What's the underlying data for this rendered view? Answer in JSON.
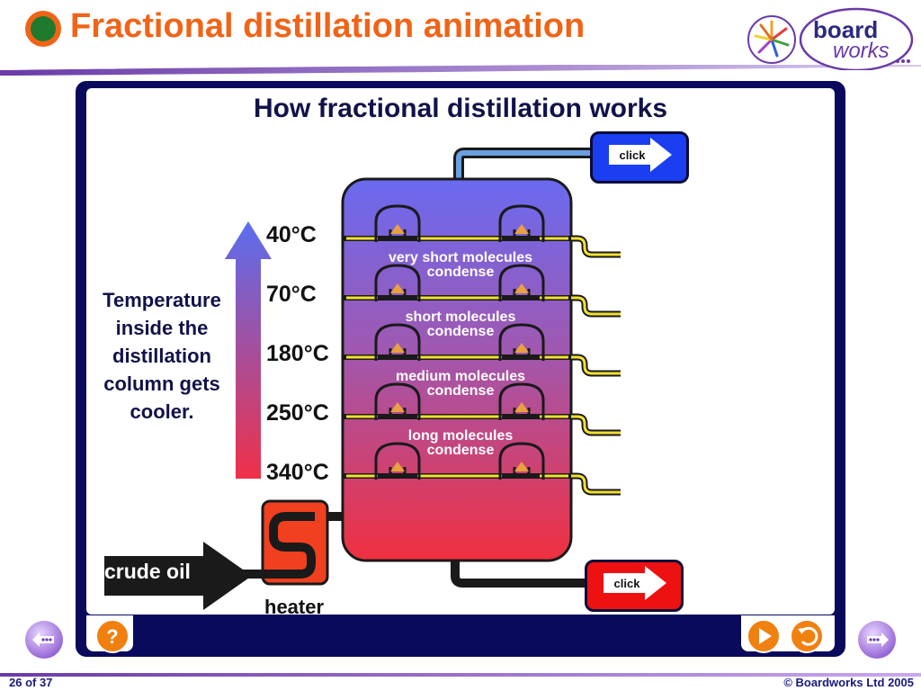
{
  "header": {
    "title": "Fractional distillation animation",
    "logo_text_top": "board",
    "logo_text_bottom": "works"
  },
  "diagram": {
    "title": "How fractional distillation works",
    "temperatures": [
      "40°C",
      "70°C",
      "180°C",
      "250°C",
      "340°C"
    ],
    "fractions": [
      {
        "line1": "very short molecules",
        "line2": "condense"
      },
      {
        "line1": "short molecules",
        "line2": "condense"
      },
      {
        "line1": "medium molecules",
        "line2": "condense"
      },
      {
        "line1": "long molecules",
        "line2": "condense"
      }
    ],
    "temperature_note": "Temperature inside the distillation column gets cooler.",
    "crude_oil_label": "crude oil",
    "heater_label": "heater",
    "click_top_label": "click",
    "click_bottom_label": "click"
  },
  "controls": {
    "help_label": "?",
    "play_icon": "play-icon",
    "replay_icon": "replay-icon",
    "prev_icon": "prev-slide-icon",
    "next_icon": "next-slide-icon"
  },
  "footer": {
    "page_counter": "26 of 37",
    "copyright": "© Boardworks Ltd 2005"
  },
  "colors": {
    "title": "#f06418",
    "panel": "#0a0a5c",
    "column_top": "#6a6af0",
    "column_bottom": "#f03040",
    "click_top": "#1a3ef0",
    "click_bottom": "#ee1111",
    "accent_button": "#f08010"
  }
}
